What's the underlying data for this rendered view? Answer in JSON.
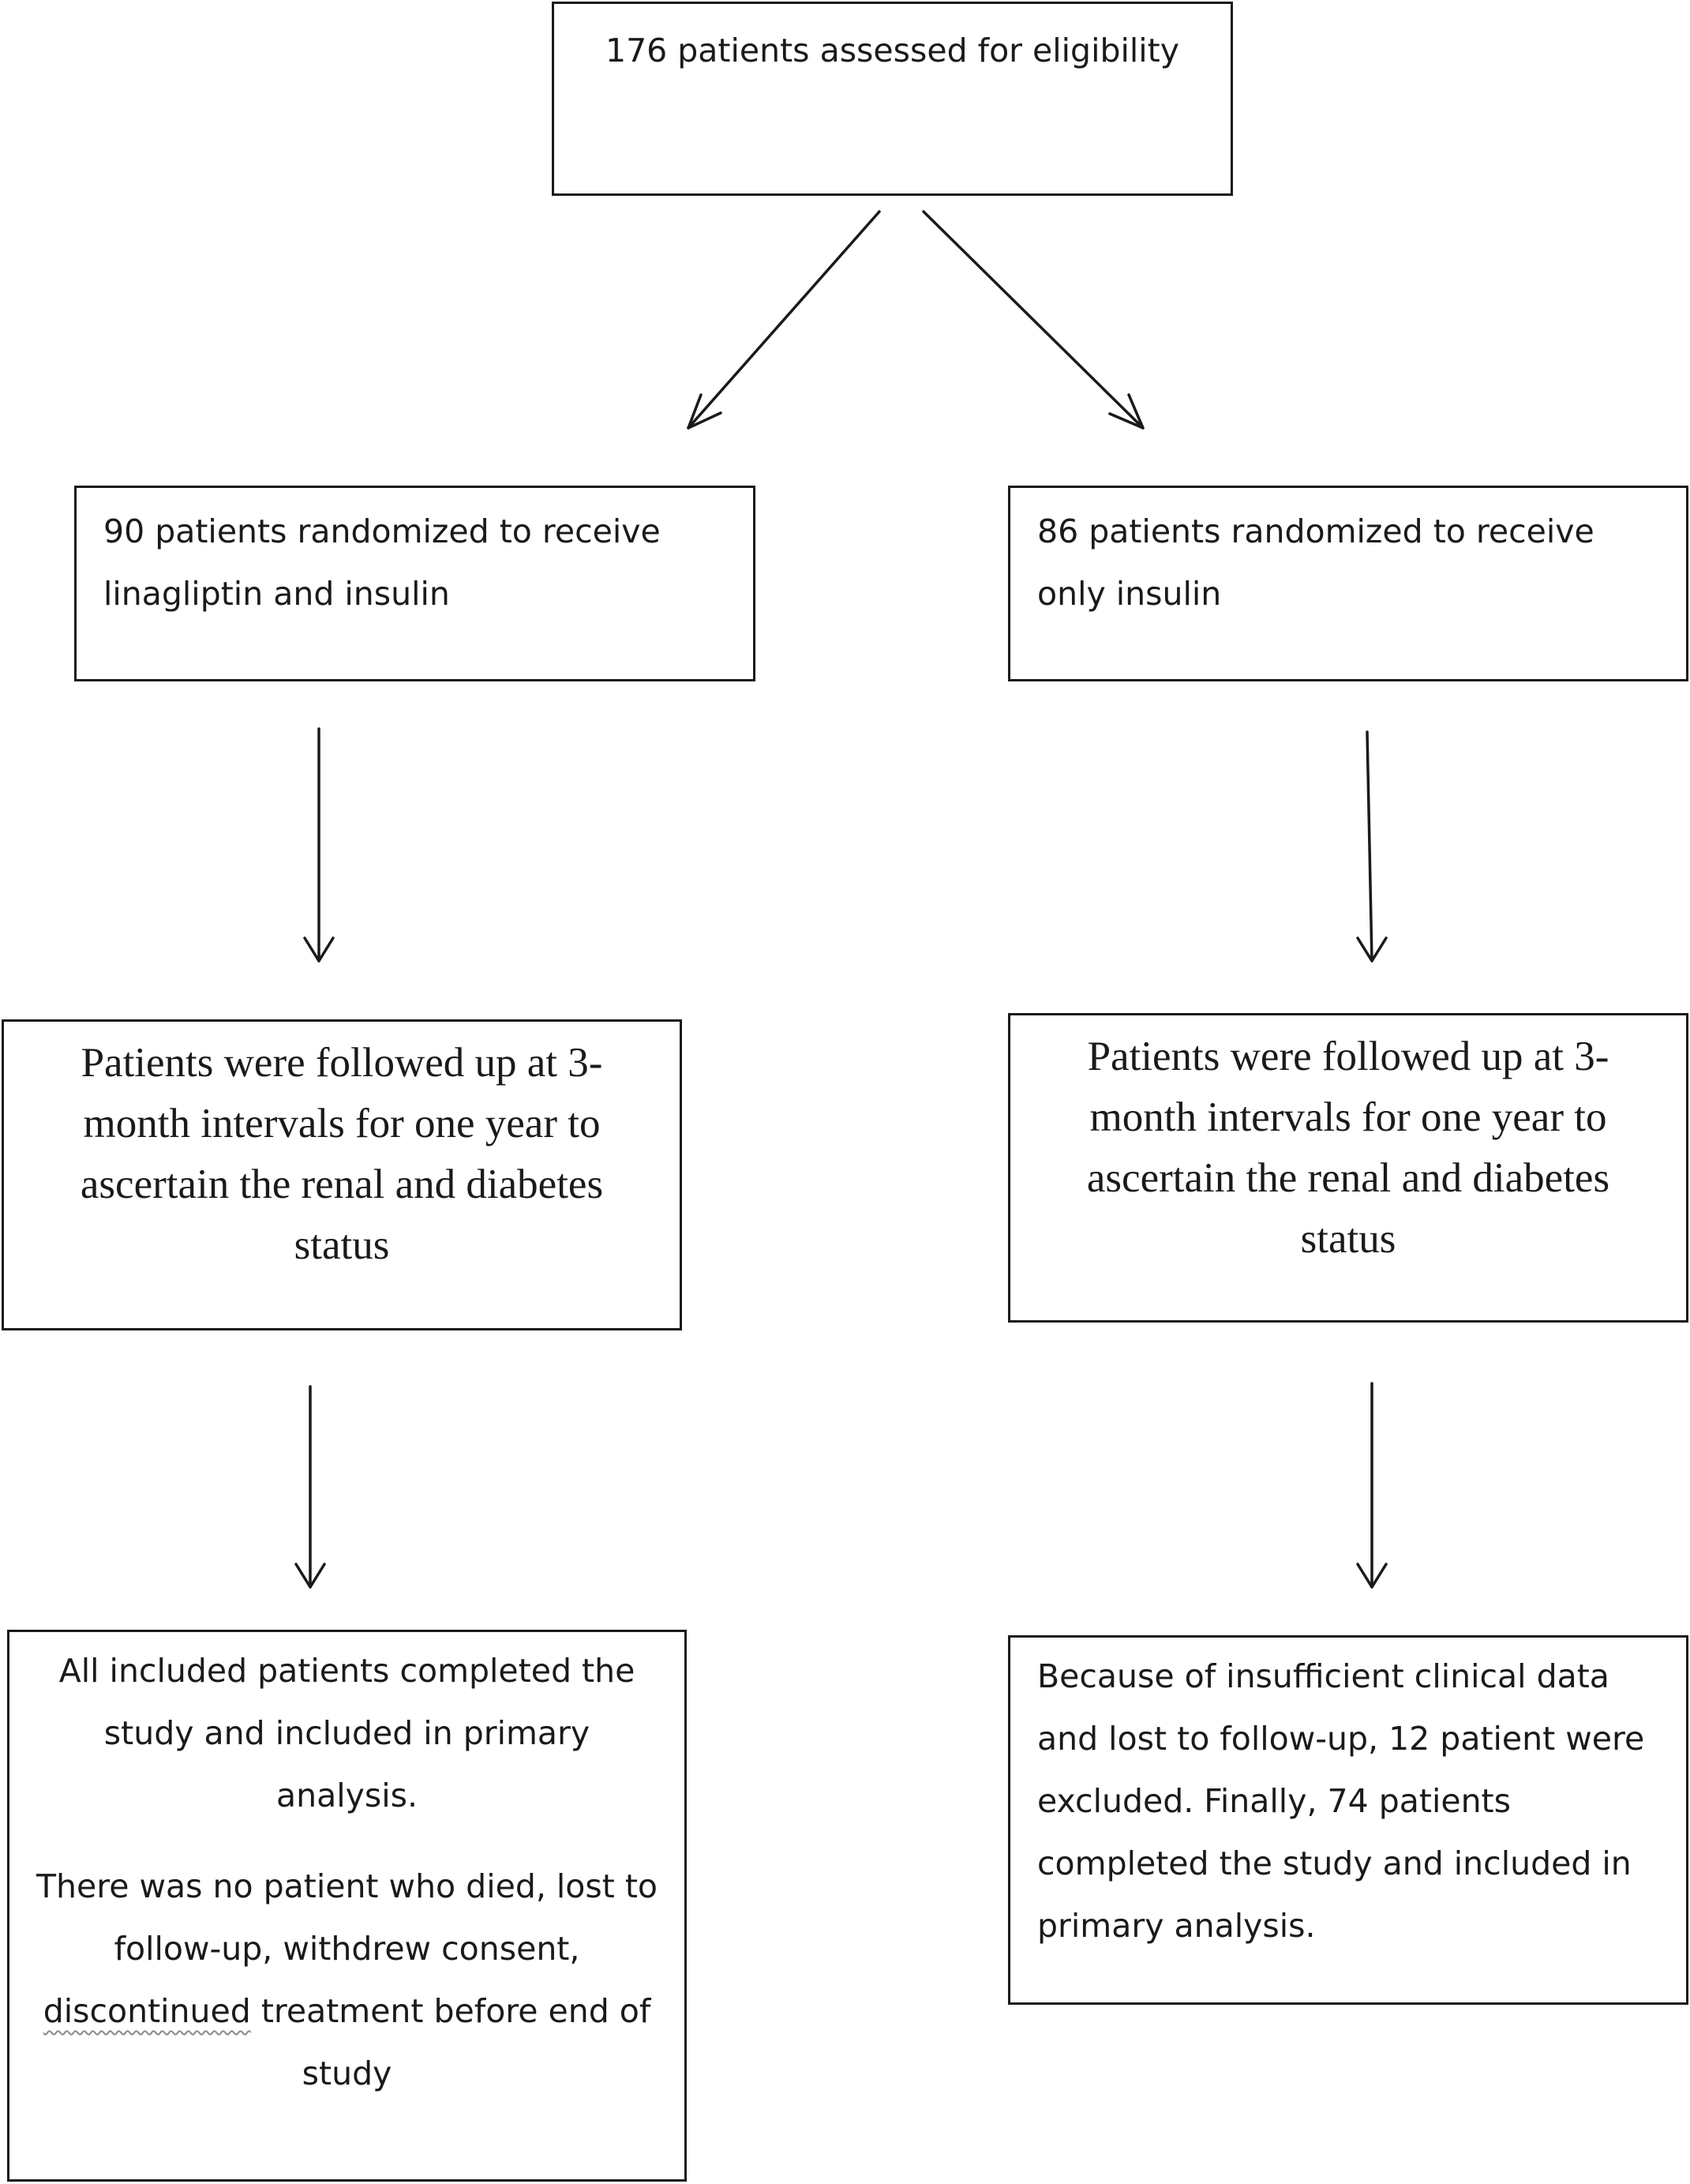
{
  "screening": {
    "text": "176 patients assessed for eligibility"
  },
  "arms": {
    "linagliptin": {
      "randomized": "90 patients randomized to receive linagliptin and insulin",
      "followup": "Patients were followed up at 3-month intervals for one year to ascertain the renal and diabetes status",
      "outcome_p1": "All included patients completed the study and included in primary analysis.",
      "outcome_p2_before": "There was no patient who died, lost to follow-up, withdrew consent, ",
      "outcome_p2_flagged": "discontinued",
      "outcome_p2_after": " treatment before end of study"
    },
    "insulin": {
      "randomized": "86 patients randomized to receive only insulin",
      "followup": "Patients were followed up at 3-month intervals for one year to ascertain the renal and diabetes status",
      "outcome": "Because of insufficient clinical data and lost to follow-up, 12 patient were excluded. Finally, 74 patients completed the study and included in primary analysis."
    }
  }
}
